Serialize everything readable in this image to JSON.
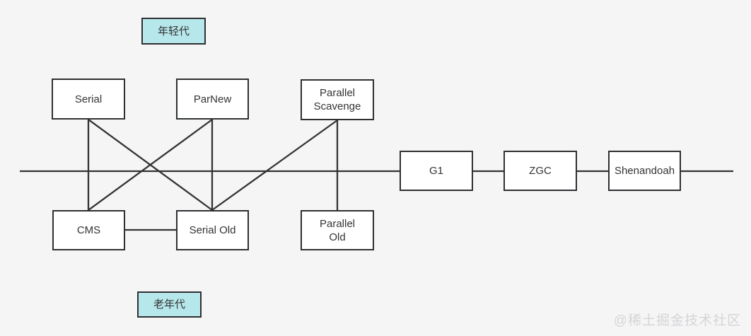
{
  "diagram": {
    "title_labels": {
      "young_generation": "年轻代",
      "old_generation": "老年代"
    },
    "nodes": {
      "serial": "Serial",
      "parnew": "ParNew",
      "parallel_scavenge": "Parallel Scavenge",
      "g1": "G1",
      "zgc": "ZGC",
      "shenandoah": "Shenandoah",
      "cms": "CMS",
      "serial_old": "Serial Old",
      "parallel_old": "Parallel Old"
    },
    "edges": [
      {
        "from": "serial",
        "to": "cms"
      },
      {
        "from": "serial",
        "to": "serial_old"
      },
      {
        "from": "parnew",
        "to": "cms"
      },
      {
        "from": "parnew",
        "to": "serial_old"
      },
      {
        "from": "parallel_scavenge",
        "to": "serial_old"
      },
      {
        "from": "parallel_scavenge",
        "to": "parallel_old"
      },
      {
        "from": "cms",
        "to": "serial_old"
      },
      {
        "from": "timeline",
        "to": "g1, zgc, shenandoah"
      }
    ],
    "watermark": "@稀土掘金技术社区",
    "colors": {
      "background": "#f5f5f6",
      "node_fill": "#ffffff",
      "label_fill": "#b6e7eb",
      "border": "#2f3033",
      "line": "#333333",
      "text": "#333333",
      "watermark": "#d5d5d7"
    }
  }
}
